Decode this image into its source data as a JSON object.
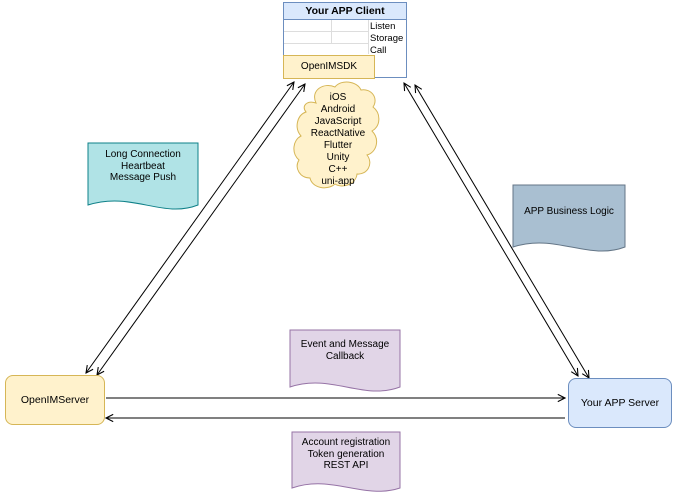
{
  "client": {
    "title": "Your APP Client",
    "methods": [
      "Listen",
      "Storage",
      "Call"
    ],
    "sdk_label": "OpenIMSDK"
  },
  "platforms": [
    "iOS",
    "Android",
    "JavaScript",
    "ReactNative",
    "Flutter",
    "Unity",
    "C++",
    "uni-app"
  ],
  "callouts": {
    "long_connection": [
      "Long Connection",
      "Heartbeat",
      "Message Push"
    ],
    "business_logic": [
      "APP Business Logic"
    ],
    "event_callback": [
      "Event and Message",
      "Callback"
    ],
    "rest_api": [
      "Account registration",
      "Token generation",
      "REST API"
    ]
  },
  "nodes": {
    "openim_server": "OpenIMServer",
    "app_server": "Your APP Server"
  },
  "colors": {
    "client_header_fill": "#dae8fc",
    "client_border": "#6c8ebf",
    "yellow_fill": "#fff2cc",
    "yellow_border": "#d6b656",
    "teal_fill": "#b0e3e6",
    "teal_border": "#0e8088",
    "gray_fill": "#a9bfd1",
    "gray_border": "#647687",
    "purple_fill": "#e1d5e7",
    "purple_border": "#9673a6",
    "arrow_color": "#000000"
  }
}
